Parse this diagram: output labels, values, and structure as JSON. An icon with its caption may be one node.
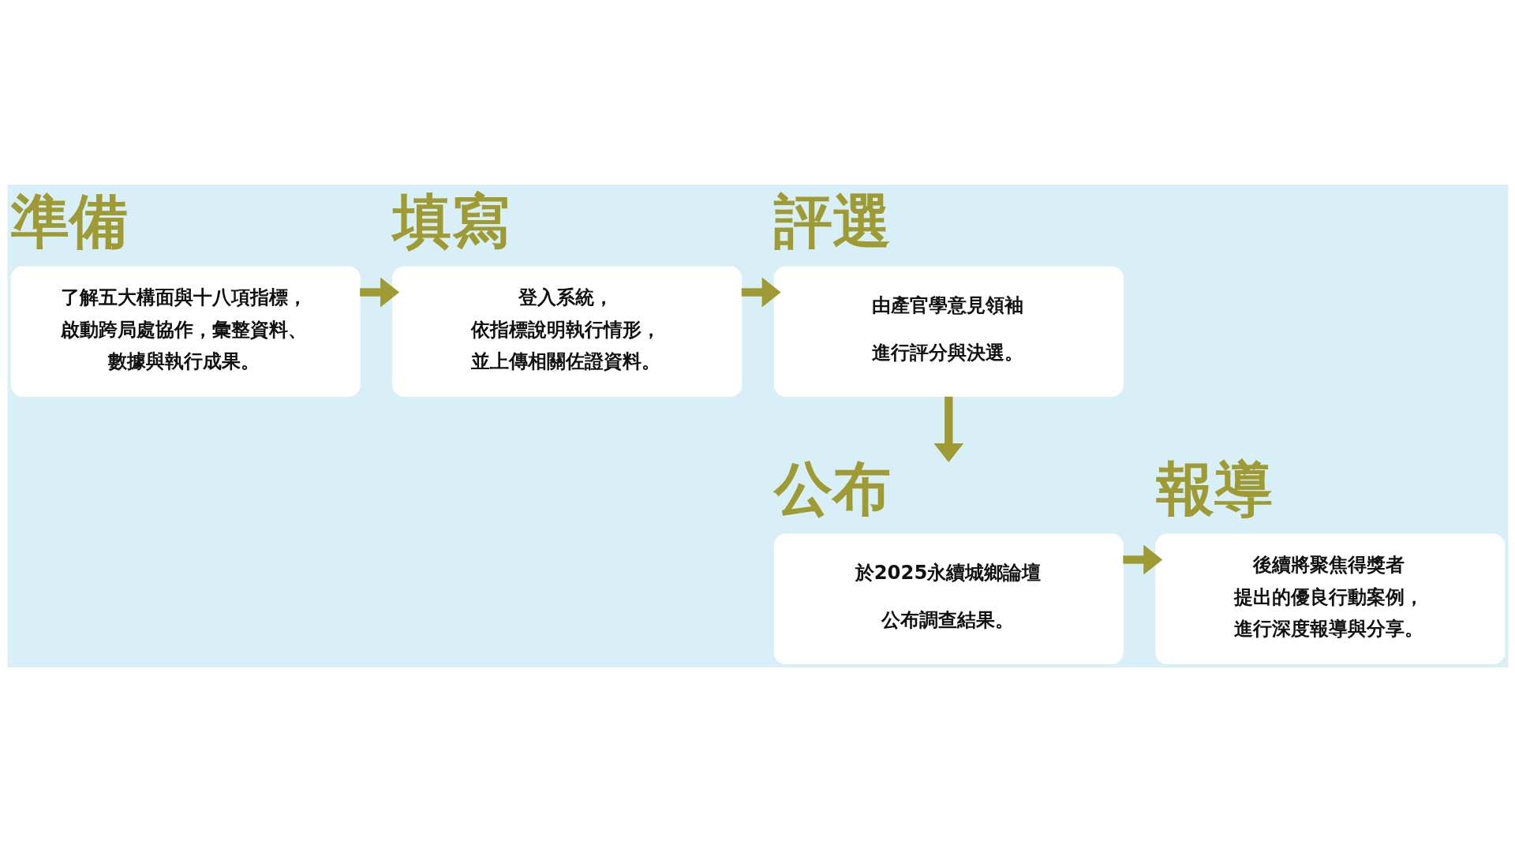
{
  "diagram": {
    "nodes": [
      {
        "text": [
          "準備",
          "了解五大構面與十八項指標，啟動跨局處協作，彙整資料、數據與執行成果。"
        ]
      },
      {
        "text": [
          "填寫",
          "登入系統，依指標說明執行情形，並上傳相關佐證資料。"
        ]
      },
      {
        "text": [
          "評選",
          "由產官學意見領袖進行評分與決選。"
        ]
      },
      {
        "text": [
          "公布",
          "於2025永續城鄉論壇公布調查結果。"
        ]
      },
      {
        "text": [
          "報導",
          "後續將聚焦得獎者提出的優良行動案例，進行深度報導與分享。"
        ]
      }
    ],
    "edges": [
      {
        "from": 0,
        "to": 1,
        "arrow": "to"
      },
      {
        "from": 1,
        "to": 2,
        "arrow": "to"
      },
      {
        "from": 2,
        "to": 3,
        "arrow": "to"
      },
      {
        "from": 3,
        "to": 4,
        "arrow": "to"
      }
    ]
  }
}
